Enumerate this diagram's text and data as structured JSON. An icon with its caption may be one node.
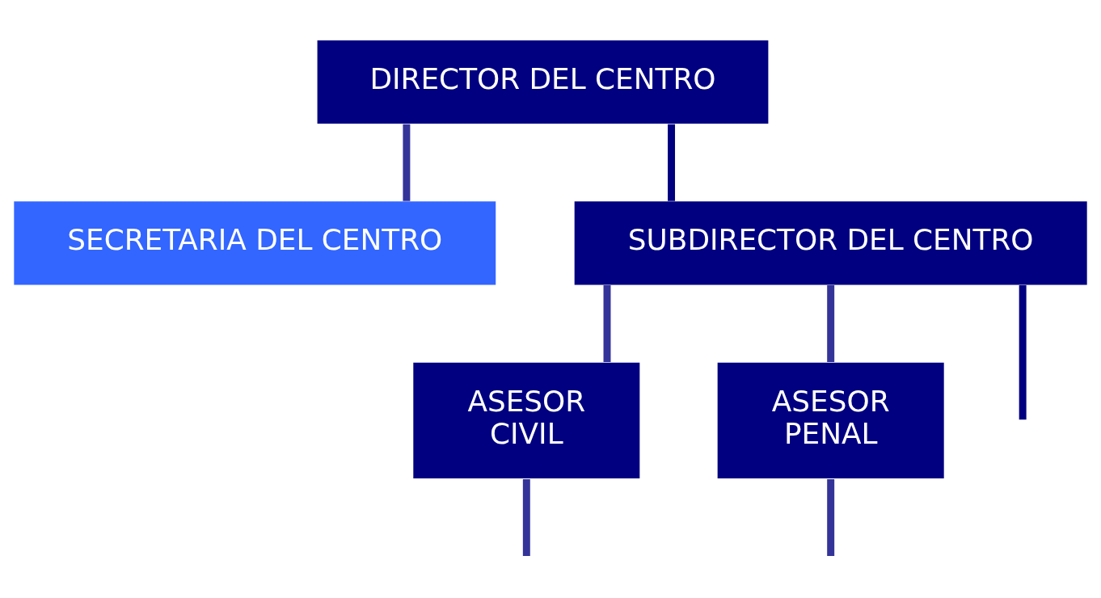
{
  "diagram": {
    "nodes": [
      {
        "text": [
          "DIRECTOR DEL CENTRO"
        ]
      },
      {
        "text": [
          "SECRETARIA DEL CENTRO"
        ]
      },
      {
        "text": [
          "SUBDIRECTOR DEL CENTRO"
        ]
      },
      {
        "text": [
          "ASESOR",
          "CIVIL"
        ]
      },
      {
        "text": [
          "ASESOR",
          "PENAL"
        ]
      }
    ],
    "edges": [
      {
        "from": 0,
        "to": 1,
        "arrow": "none"
      },
      {
        "from": 0,
        "to": 2,
        "arrow": "none",
        "color": "#000080"
      },
      {
        "from": 2,
        "to": 3,
        "arrow": "none"
      },
      {
        "from": 2,
        "to": null,
        "arrow": "none",
        "color": "#000080"
      },
      {
        "from": 2,
        "to": 4,
        "arrow": "none"
      },
      {
        "from": 3,
        "to": null,
        "arrow": "none"
      },
      {
        "from": 4,
        "to": null,
        "arrow": "none"
      }
    ]
  }
}
